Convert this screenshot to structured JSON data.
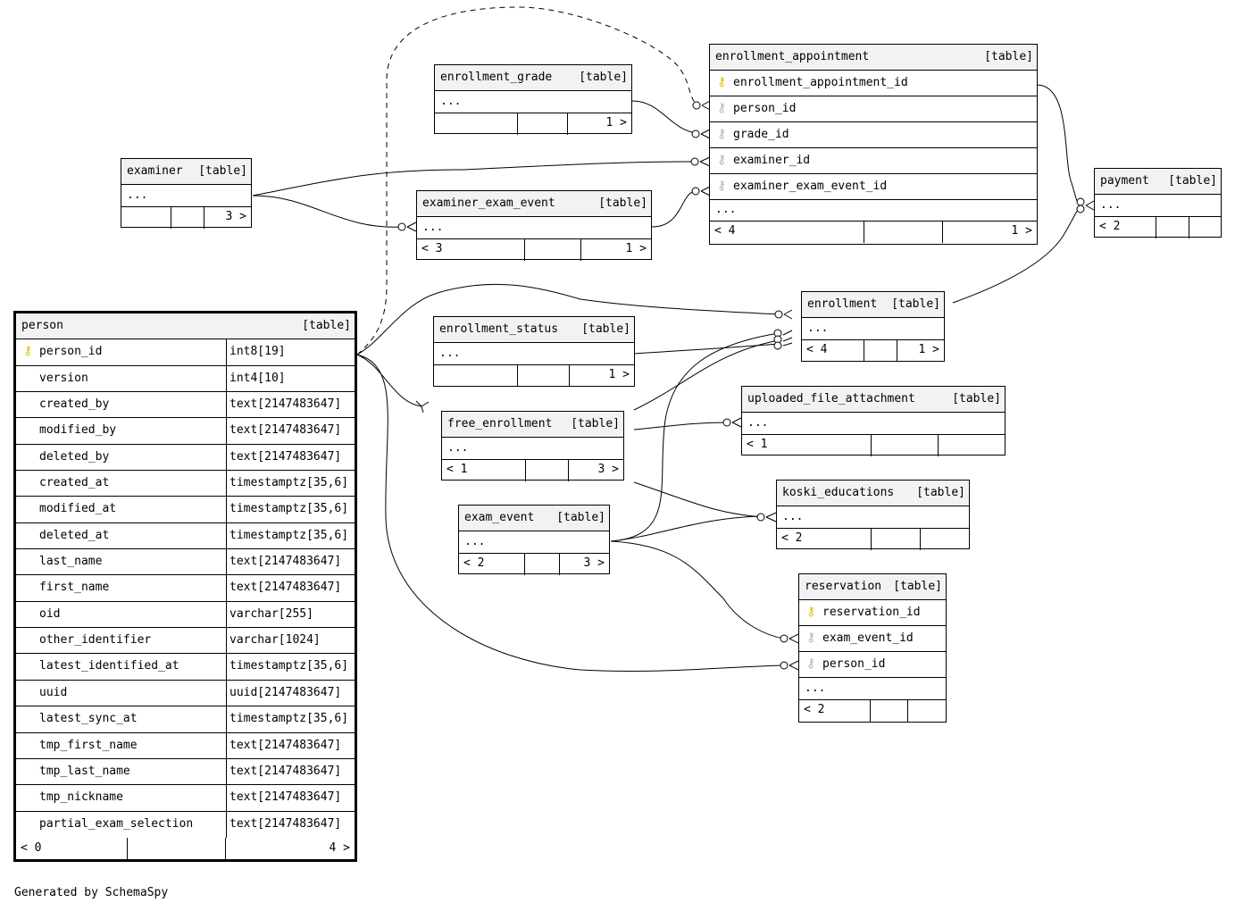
{
  "generated_by": "Generated by SchemaSpy",
  "kind_label": "[table]",
  "ellipsis": "...",
  "tables": {
    "enrollment_appointment": {
      "name": "enrollment_appointment",
      "columns": [
        "enrollment_appointment_id",
        "person_id",
        "grade_id",
        "examiner_id",
        "examiner_exam_event_id"
      ],
      "foot": [
        "< 4",
        "",
        "1 >"
      ]
    },
    "enrollment_grade": {
      "name": "enrollment_grade",
      "foot": [
        "",
        "",
        "1 >"
      ]
    },
    "examiner": {
      "name": "examiner",
      "foot": [
        "",
        "",
        "3 >"
      ]
    },
    "examiner_exam_event": {
      "name": "examiner_exam_event",
      "foot": [
        "< 3",
        "",
        "1 >"
      ]
    },
    "payment": {
      "name": "payment",
      "foot": [
        "< 2",
        "",
        ""
      ]
    },
    "enrollment": {
      "name": "enrollment",
      "foot": [
        "< 4",
        "",
        "1 >"
      ]
    },
    "enrollment_status": {
      "name": "enrollment_status",
      "foot": [
        "",
        "",
        "1 >"
      ]
    },
    "uploaded_file_attachment": {
      "name": "uploaded_file_attachment",
      "foot": [
        "< 1",
        "",
        ""
      ]
    },
    "free_enrollment": {
      "name": "free_enrollment",
      "foot": [
        "< 1",
        "",
        "3 >"
      ]
    },
    "koski_educations": {
      "name": "koski_educations",
      "foot": [
        "< 2",
        "",
        ""
      ]
    },
    "exam_event": {
      "name": "exam_event",
      "foot": [
        "< 2",
        "",
        "3 >"
      ]
    },
    "reservation": {
      "name": "reservation",
      "columns": [
        "reservation_id",
        "exam_event_id",
        "person_id"
      ],
      "foot": [
        "< 2",
        "",
        ""
      ]
    },
    "person": {
      "name": "person",
      "columns": [
        [
          "person_id",
          "int8[19]"
        ],
        [
          "version",
          "int4[10]"
        ],
        [
          "created_by",
          "text[2147483647]"
        ],
        [
          "modified_by",
          "text[2147483647]"
        ],
        [
          "deleted_by",
          "text[2147483647]"
        ],
        [
          "created_at",
          "timestamptz[35,6]"
        ],
        [
          "modified_at",
          "timestamptz[35,6]"
        ],
        [
          "deleted_at",
          "timestamptz[35,6]"
        ],
        [
          "last_name",
          "text[2147483647]"
        ],
        [
          "first_name",
          "text[2147483647]"
        ],
        [
          "oid",
          "varchar[255]"
        ],
        [
          "other_identifier",
          "varchar[1024]"
        ],
        [
          "latest_identified_at",
          "timestamptz[35,6]"
        ],
        [
          "uuid",
          "uuid[2147483647]"
        ],
        [
          "latest_sync_at",
          "timestamptz[35,6]"
        ],
        [
          "tmp_first_name",
          "text[2147483647]"
        ],
        [
          "tmp_last_name",
          "text[2147483647]"
        ],
        [
          "tmp_nickname",
          "text[2147483647]"
        ],
        [
          "partial_exam_selection",
          "text[2147483647]"
        ]
      ],
      "foot": [
        "< 0",
        "",
        "4 >"
      ]
    }
  }
}
